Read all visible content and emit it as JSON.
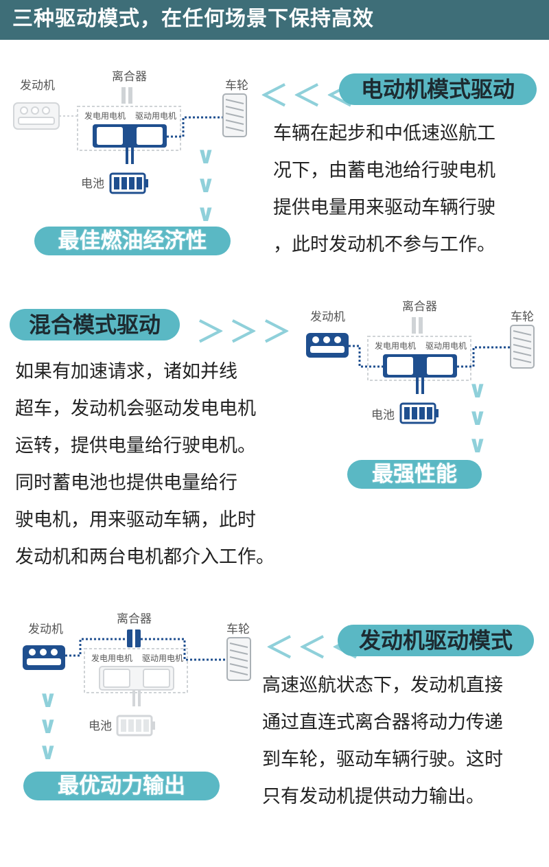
{
  "header": {
    "title": "三种驱动模式，在任何场景下保持高效"
  },
  "colors": {
    "header_bg": "#3e6e78",
    "accent": "#5ab8c4",
    "active": "#1f4f8f",
    "inactive": "#cfd3d6",
    "arrow": "#8fd0da"
  },
  "diagram_labels": {
    "engine": "发动机",
    "clutch": "离合器",
    "wheel": "车轮",
    "generator_motor": "发电用电机",
    "drive_motor": "驱动用电机",
    "battery": "电池"
  },
  "modes": [
    {
      "title": "电动机模式驱动",
      "badge": "最佳燃油经济性",
      "side_arrows": "＜＜＜",
      "down_arrows": [
        "∨",
        "∨",
        "∨"
      ],
      "description": [
        "车辆在起步和中低速巡航工",
        "况下，由蓄电池给行驶电机",
        "提供电量用来驱动车辆行驶",
        "，此时发动机不参与工作。"
      ]
    },
    {
      "title": "混合模式驱动",
      "badge": "最强性能",
      "side_arrows": "＞＞＞",
      "down_arrows": [
        "∨",
        "∨",
        "∨"
      ],
      "description": [
        "如果有加速请求，诸如并线",
        "超车，发动机会驱动发电电机",
        "运转，提供电量给行驶电机。",
        "同时蓄电池也提供电量给行",
        "驶电机，用来驱动车辆，此时",
        "发动机和两台电机都介入工作。"
      ]
    },
    {
      "title": "发动机驱动模式",
      "badge": "最优动力输出",
      "side_arrows": "＜＜＜",
      "down_arrows": [
        "∨",
        "∨",
        "∨"
      ],
      "description": [
        "高速巡航状态下，发动机直接",
        "通过直连式离合器将动力传递",
        "到车轮，驱动车辆行驶。这时",
        "只有发动机提供动力输出。"
      ]
    }
  ]
}
